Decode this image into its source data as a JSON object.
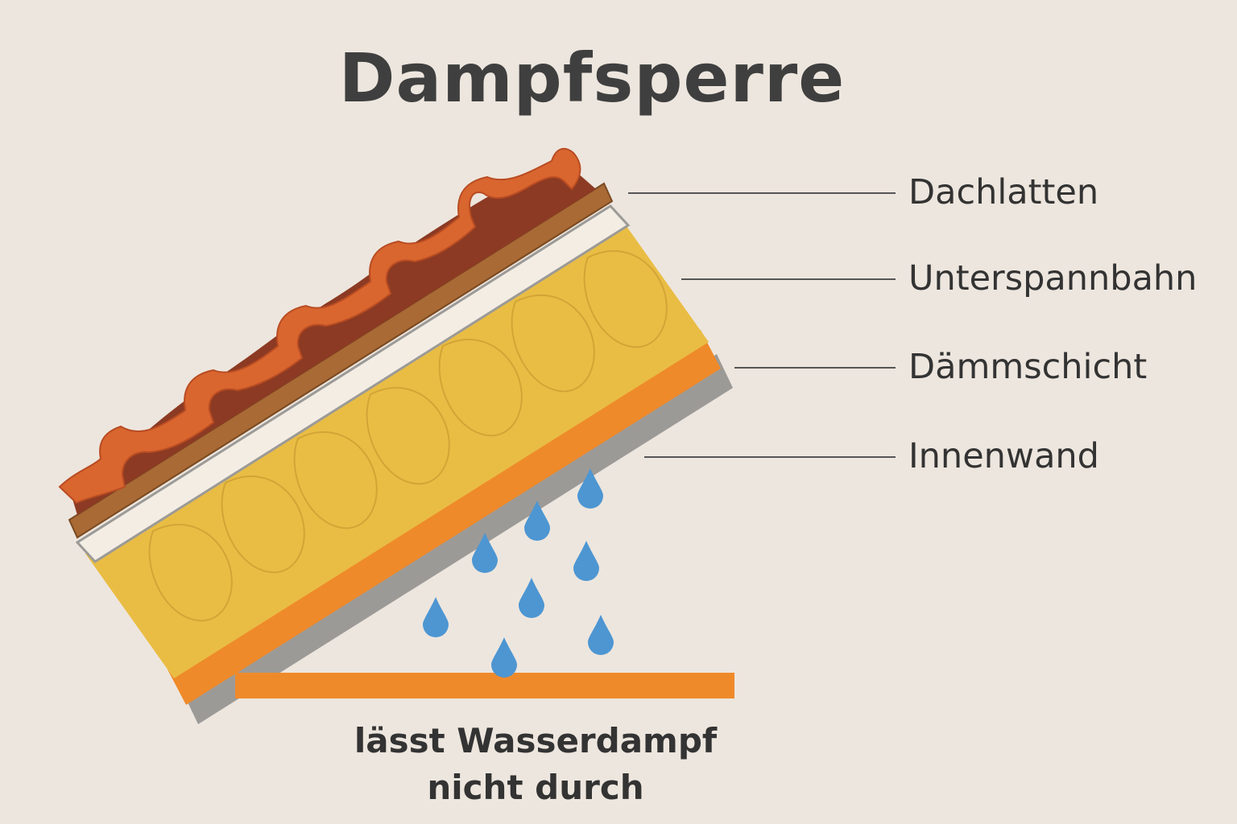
{
  "title": "Dampfsperre",
  "labels": {
    "dachlatten": "Dachlatten",
    "unterspannbahn": "Unterspannbahn",
    "daemmschicht": "Dämmschicht",
    "innenwand": "Innenwand"
  },
  "caption": {
    "line1": "lässt Wasserdampf",
    "line2": "nicht durch"
  },
  "colors": {
    "background": "#ede6de",
    "roof_tile": "#d9652f",
    "tile_shadow": "#8c3a23",
    "batten": "#a96a35",
    "underlay": "#f3ede4",
    "insulation": "#e9bd44",
    "vapor_barrier": "#ef8a2a",
    "inner_wall": "#9c9a97",
    "water_drop": "#4d96d2"
  }
}
